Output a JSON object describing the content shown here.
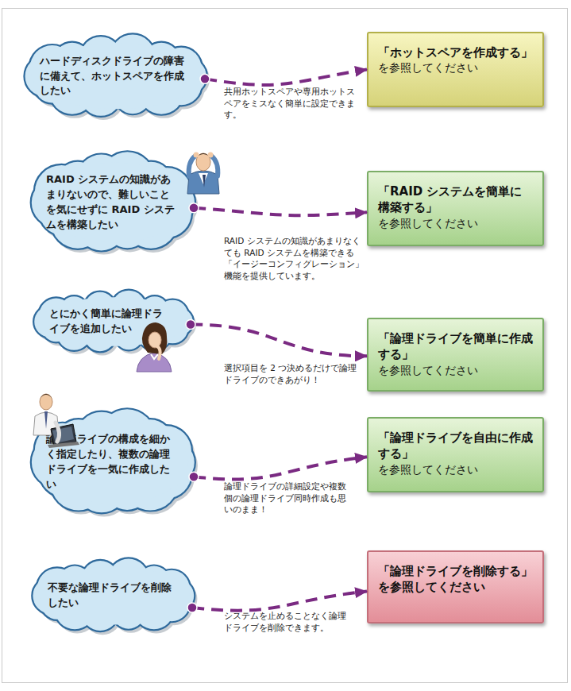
{
  "diagram": {
    "nodes": [
      {
        "text": [
          "ハードディスクドライブの障害に備えて、ホットスペアを作成したい"
        ]
      },
      {
        "text": [
          "「ホットスペアを作成する」",
          "を参照してください"
        ]
      },
      {
        "text": [
          "RAID システムの知識があまりないので、難しいことを気にせずに RAID システムを構築したい"
        ]
      },
      {
        "text": [
          "「RAID システムを簡単に構築する」",
          "を参照してください"
        ]
      },
      {
        "text": [
          "とにかく簡単に論理ドライブを追加したい"
        ]
      },
      {
        "text": [
          "「論理ドライブを簡単に作成する」",
          "を参照してください"
        ]
      },
      {
        "text": [
          "論理ドライブの構成を細かく指定したり、複数の論理ドライブを一気に作成したい"
        ]
      },
      {
        "text": [
          "「論理ドライブを自由に作成する」",
          "を参照してください"
        ]
      },
      {
        "text": [
          "不要な論理ドライブを削除したい"
        ]
      },
      {
        "text": [
          "「論理ドライブを削除する」を参照してください"
        ]
      }
    ],
    "edges": [
      {
        "from": 0,
        "to": 1,
        "arrow": "to",
        "label": "共用ホットスペアや専用ホットスペアをミスなく簡単に設定できます。"
      },
      {
        "from": 2,
        "to": 3,
        "arrow": "to",
        "label": "RAID システムの知識があまりなくても RAID システムを構築できる「イージーコンフィグレーション」機能を提供しています。"
      },
      {
        "from": 4,
        "to": 5,
        "arrow": "to",
        "label": "選択項目を 2 つ決めるだけで論理ドライブのできあがり！"
      },
      {
        "from": 6,
        "to": 7,
        "arrow": "to",
        "label": "論理ドライブの詳細設定や複数個の論理ドライブ同時作成も思いのまま！"
      },
      {
        "from": 8,
        "to": 9,
        "arrow": "to",
        "label": "システムを止めることなく論理ドライブを削除できます。"
      }
    ]
  }
}
